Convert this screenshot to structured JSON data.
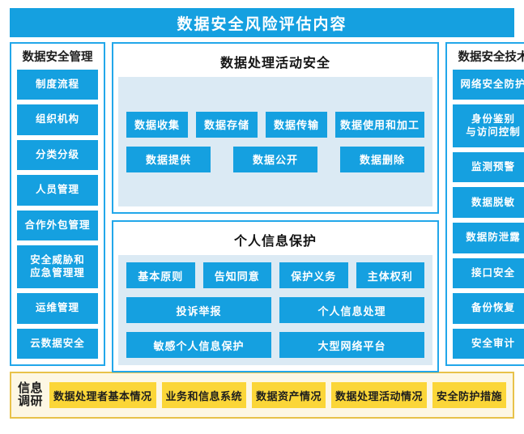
{
  "header": {
    "title": "数据安全风险评估内容",
    "accent_color": "#15a0e0"
  },
  "left_column": {
    "title": "数据安全管理",
    "items": [
      {
        "label": "制度流程"
      },
      {
        "label": "组织机构"
      },
      {
        "label": "分类分级"
      },
      {
        "label": "人员管理"
      },
      {
        "label": "合作外包管理"
      },
      {
        "label": "安全威胁和\n应急管理理"
      },
      {
        "label": "运维管理"
      },
      {
        "label": "云数据安全"
      }
    ]
  },
  "right_column": {
    "title": "数据安全技术",
    "items": [
      {
        "label": "网络安全防护"
      },
      {
        "label": "身份鉴别\n与访问控制"
      },
      {
        "label": "监测预警"
      },
      {
        "label": "数据脱敏"
      },
      {
        "label": "数据防泄露"
      },
      {
        "label": "接口安全"
      },
      {
        "label": "备份恢复"
      },
      {
        "label": "安全审计"
      }
    ]
  },
  "panels": [
    {
      "title": "数据处理活动安全",
      "row1": [
        {
          "label": "数据收集"
        },
        {
          "label": "数据存储"
        },
        {
          "label": "数据传输"
        },
        {
          "label": "数据使用和加工"
        }
      ],
      "row2": [
        {
          "label": "数据提供"
        },
        {
          "label": "数据公开"
        },
        {
          "label": "数据删除"
        }
      ]
    },
    {
      "title": "个人信息保护",
      "row1": [
        {
          "label": "基本原则"
        },
        {
          "label": "告知同意"
        },
        {
          "label": "保护义务"
        },
        {
          "label": "主体权利"
        }
      ],
      "row2": [
        {
          "label": "投诉举报"
        },
        {
          "label": "个人信息处理"
        }
      ],
      "row3": [
        {
          "label": "敏感个人信息保护"
        },
        {
          "label": "大型网络平台"
        }
      ]
    }
  ],
  "survey": {
    "label": "信息\n调研",
    "accent_color": "#fbd638",
    "items": [
      {
        "label": "数据处理者基本情况"
      },
      {
        "label": "业务和信息系统"
      },
      {
        "label": "数据资产情况"
      },
      {
        "label": "数据处理活动情况"
      },
      {
        "label": "安全防护措施"
      }
    ]
  }
}
